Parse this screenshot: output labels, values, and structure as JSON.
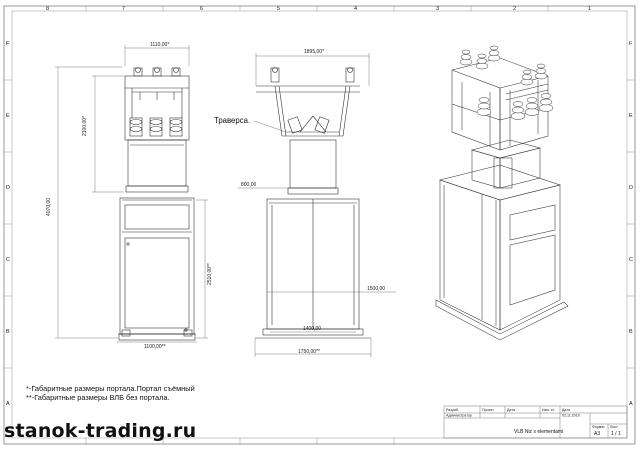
{
  "frame": {
    "top_numbers": [
      "8",
      "7",
      "6",
      "5",
      "4",
      "3",
      "2",
      "1"
    ],
    "side_letters": [
      "F",
      "E",
      "D",
      "C",
      "B",
      "A"
    ]
  },
  "front_view": {
    "dims": {
      "portal_width": "1110,00*",
      "portal_height": "2100,00*",
      "total_height": "4070,00",
      "cabinet_height": "2510,00**",
      "base_width": "1100,00**"
    }
  },
  "side_view": {
    "traverse_label": "Траверса.",
    "dims": {
      "portal_width": "1895,00*",
      "pedestal_height": "800,00",
      "mid_height": "1500,00",
      "base_inner": "1400,00",
      "base_outer": "1750,00**"
    }
  },
  "notes": [
    "*-Габаритные размеры портала.Портал съёмный",
    "**-Габаритные размеры ВЛБ без портала."
  ],
  "title_block": {
    "row1": [
      "Разраб.",
      "Проект",
      "Дата",
      "Изм. ст.",
      "Дата"
    ],
    "row2": [
      "Администратор",
      "",
      "",
      "",
      "02.11.2016"
    ],
    "doc_title": "VLB Niz s elementami",
    "format_label": "Формат",
    "format_value": "A3",
    "sheet_label": "Лист",
    "sheet_value": "1 / 1"
  },
  "watermark": "stanok-trading.ru"
}
